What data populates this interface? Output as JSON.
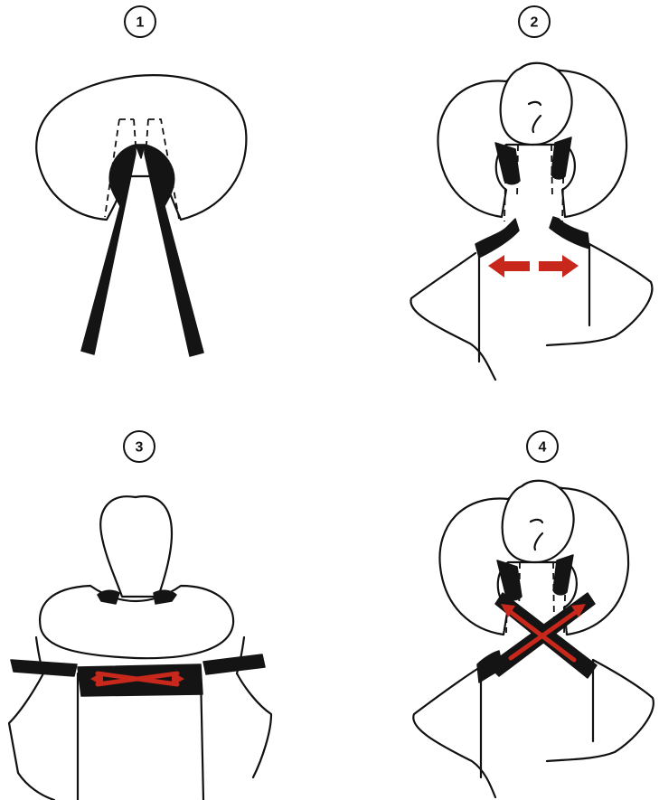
{
  "steps": [
    {
      "number": "1"
    },
    {
      "number": "2"
    },
    {
      "number": "3"
    },
    {
      "number": "4"
    }
  ],
  "colors": {
    "strap": "#141414",
    "arrow": "#c8281c",
    "outline": "#111111",
    "background": "#ffffff"
  }
}
